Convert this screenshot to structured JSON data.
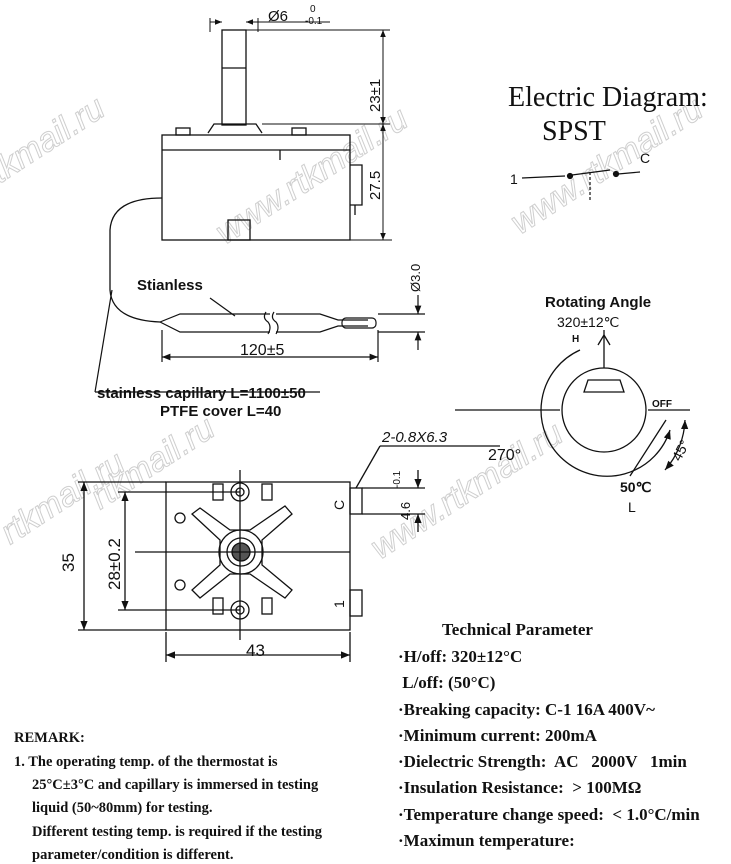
{
  "electric_diagram": {
    "title": "Electric Diagram:",
    "type": "SPST",
    "terminal_left": "1",
    "terminal_right": "C"
  },
  "drawing": {
    "stem_diameter": "Ø6",
    "stem_tol_upper": "0",
    "stem_tol_lower": "-0.1",
    "stem_length": "23±1",
    "body_height": "27.5",
    "tube_diameter": "Ø3.0",
    "bulb_length": "120±5",
    "bulb_label": "Stianless",
    "capillary_label": "stainless capillary L=1100±50",
    "cover_label": "PTFE  cover L=40",
    "tab_label": "2-0.8X6.3",
    "width": "43",
    "height": "35",
    "hole_spacing": "28±0.2",
    "tab_width": "4.6",
    "tab_tol": "-0.1",
    "terminal_c": "C",
    "terminal_1": "1"
  },
  "rotating_angle": {
    "title": "Rotating Angle",
    "h_temp": "320±12℃",
    "h_label": "H",
    "off_label": "OFF",
    "angle_45": "45°",
    "angle_270": "270°",
    "l_temp": "50℃",
    "l_label": "L"
  },
  "technical_parameter": {
    "title": "Technical Parameter",
    "lines": [
      "·H/off: 320±12°C",
      " L/off: (50°C)",
      "·Breaking capacity: C-1 16A 400V~",
      "·Minimum current: 200mA",
      "·Dielectric Strength:  AC   2000V   1min",
      "·Insulation Resistance:  > 100MΩ",
      "·Temperature change speed:  < 1.0°C/min",
      "·Maximun temperature:"
    ]
  },
  "remark": {
    "title": "REMARK:",
    "lines": [
      "1. The operating temp. of the thermostat is",
      "25°C±3°C and capillary is immersed in testing",
      "liquid (50~80mm) for testing.",
      "Different testing temp. is required if the testing",
      "parameter/condition is different."
    ]
  },
  "watermarks": [
    "rtkmail.ru",
    "www.rtkmail.ru",
    "www.rtkmail.ru",
    "rtkmail.ru",
    "www.rtkmail.ru",
    "rtkmail.ru"
  ]
}
